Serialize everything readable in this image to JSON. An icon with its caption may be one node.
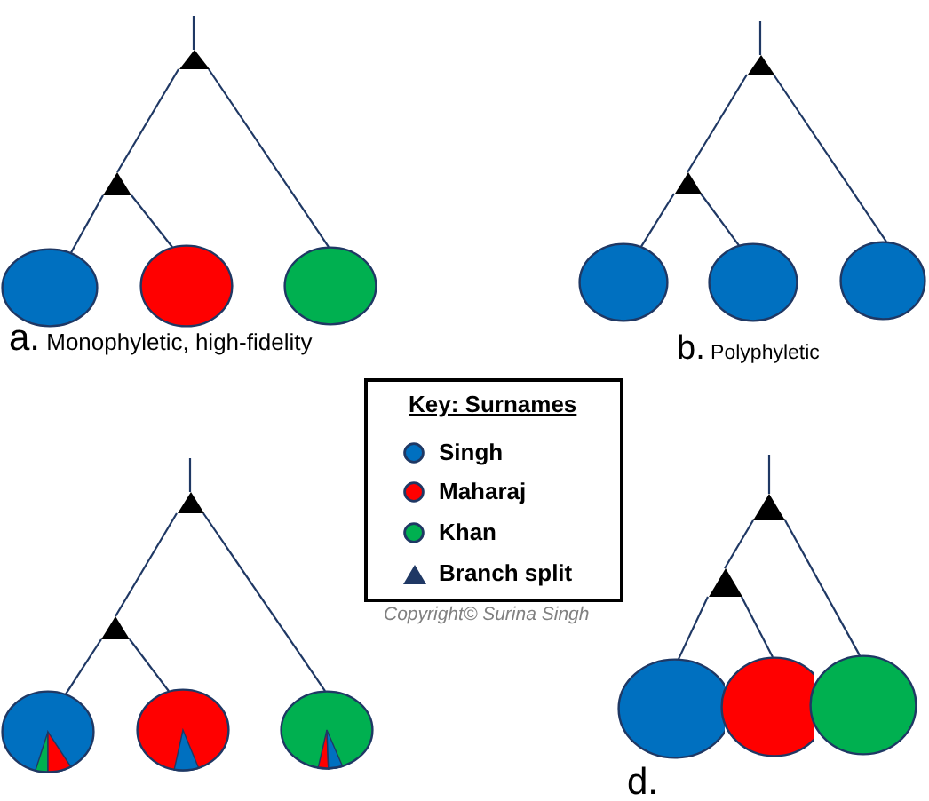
{
  "diagram": {
    "nodes": [
      {
        "text": [],
        "shape": "triangle"
      },
      {
        "text": [],
        "shape": "triangle"
      },
      {
        "text": [],
        "shape": "circle"
      },
      {
        "text": [],
        "shape": "circle"
      },
      {
        "text": [],
        "shape": "circle"
      },
      {
        "text": [],
        "shape": "triangle"
      },
      {
        "text": [],
        "shape": "triangle"
      },
      {
        "text": [],
        "shape": "circle"
      },
      {
        "text": [],
        "shape": "circle"
      },
      {
        "text": [],
        "shape": "circle"
      },
      {
        "text": [],
        "shape": "triangle"
      },
      {
        "text": [],
        "shape": "triangle"
      },
      {
        "text": [],
        "shape": "circle"
      },
      {
        "text": [],
        "shape": "circle"
      },
      {
        "text": [],
        "shape": "circle"
      },
      {
        "text": [],
        "shape": "triangle"
      },
      {
        "text": [],
        "shape": "triangle"
      },
      {
        "text": [],
        "shape": "circle"
      },
      {
        "text": [],
        "shape": "circle"
      },
      {
        "text": [],
        "shape": "circle"
      }
    ],
    "edges": [
      {
        "from": null,
        "to": 0,
        "arrow": "none"
      },
      {
        "from": 0,
        "to": 1,
        "arrow": "none"
      },
      {
        "from": 1,
        "to": 2,
        "arrow": "none"
      },
      {
        "from": 1,
        "to": 3,
        "arrow": "none"
      },
      {
        "from": 0,
        "to": 4,
        "arrow": "none"
      },
      {
        "from": null,
        "to": 5,
        "arrow": "none"
      },
      {
        "from": 5,
        "to": 6,
        "arrow": "none"
      },
      {
        "from": 6,
        "to": 7,
        "arrow": "none"
      },
      {
        "from": 6,
        "to": 8,
        "arrow": "none"
      },
      {
        "from": 5,
        "to": 9,
        "arrow": "none"
      },
      {
        "from": null,
        "to": 10,
        "arrow": "none"
      },
      {
        "from": 10,
        "to": 11,
        "arrow": "none"
      },
      {
        "from": 11,
        "to": 12,
        "arrow": "none"
      },
      {
        "from": 11,
        "to": 13,
        "arrow": "none"
      },
      {
        "from": 10,
        "to": 14,
        "arrow": "none"
      },
      {
        "from": null,
        "to": 15,
        "arrow": "none"
      },
      {
        "from": 15,
        "to": 16,
        "arrow": "none"
      },
      {
        "from": 16,
        "to": 17,
        "arrow": "none"
      },
      {
        "from": 16,
        "to": 18,
        "arrow": "none"
      },
      {
        "from": 15,
        "to": 19,
        "arrow": "none"
      }
    ],
    "labels": [
      "a. Monophyletic, high-fidelity",
      "b. Polyphyletic",
      "Key: Surnames",
      "Copyright© Surina Singh",
      "d."
    ],
    "legend": [
      {
        "text": "Singh",
        "color": "#0070c0"
      },
      {
        "text": "Maharaj",
        "color": "#ff0000"
      },
      {
        "text": "Khan",
        "color": "#00b050"
      },
      {
        "text": "Branch split"
      }
    ]
  }
}
